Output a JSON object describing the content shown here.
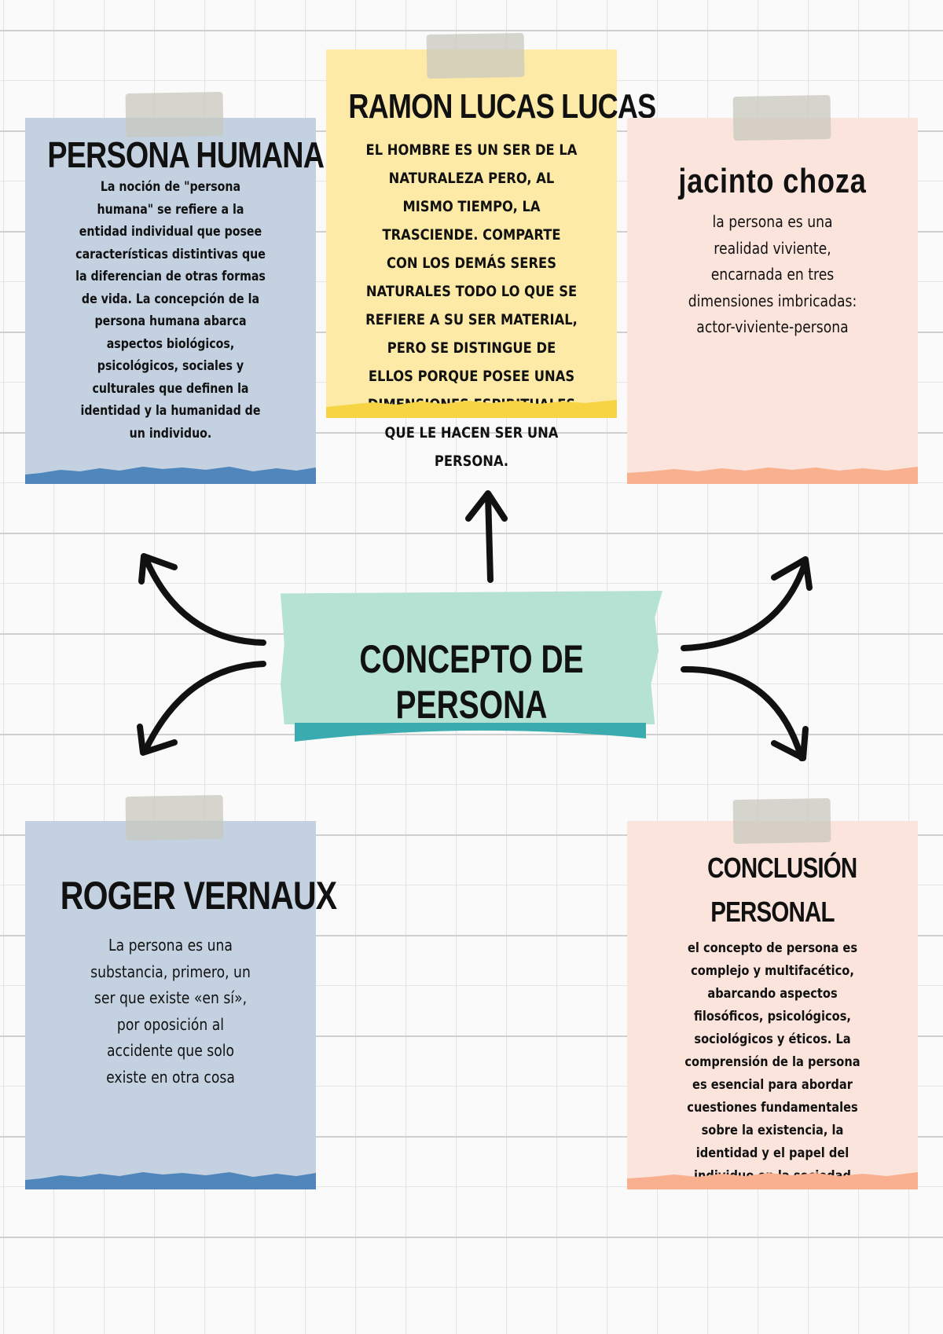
{
  "center": {
    "title": "CONCEPTO DE PERSONA",
    "color": "#b5e2d3",
    "accent": "#3aabae"
  },
  "cards": [
    {
      "title": "PERSONA HUMANA",
      "body": "La noción de \"persona humana\" se refiere a la entidad individual que posee características distintivas que la diferencian de otras formas de vida. La concepción de la persona humana abarca aspectos biológicos, psicológicos, sociales y culturales que definen la identidad y la humanidad de un individuo.",
      "color": "#c3d1e1",
      "accent": "#4f86bb"
    },
    {
      "title": "RAMON LUCAS LUCAS",
      "body": "EL HOMBRE ES UN SER DE LA NATURALEZA PERO, AL MISMO TIEMPO, LA TRASCIENDE. COMPARTE CON LOS DEMÁS SERES NATURALES TODO LO QUE SE REFIERE A SU SER MATERIAL, PERO SE DISTINGUE DE ELLOS PORQUE POSEE UNAS DIMENSIONES ESPIRITUALES QUE LE HACEN SER UNA PERSONA.",
      "color": "#fdeaa6",
      "accent": "#f6d443"
    },
    {
      "title": "jacinto choza",
      "body": "la persona es una realidad viviente, encarnada en tres dimensiones imbricadas: actor-viviente-persona",
      "color": "#fbe4dc",
      "accent": "#f9b08f"
    },
    {
      "title": "ROGER VERNAUX",
      "body": "La persona es una substancia, primero, un ser que existe «en sí», por oposición al accidente que solo existe en otra cosa",
      "color": "#c3d1e1",
      "accent": "#4f86bb"
    },
    {
      "title": "CONCLUSIÓN PERSONAL",
      "body": "el concepto de persona es complejo y multifacético, abarcando aspectos filosóficos, psicológicos, sociológicos y éticos. La comprensión de la persona es esencial para abordar cuestiones fundamentales sobre la existencia, la identidad y el papel del individuo en la sociedad",
      "color": "#fbe4dc",
      "accent": "#f9b08f"
    }
  ]
}
